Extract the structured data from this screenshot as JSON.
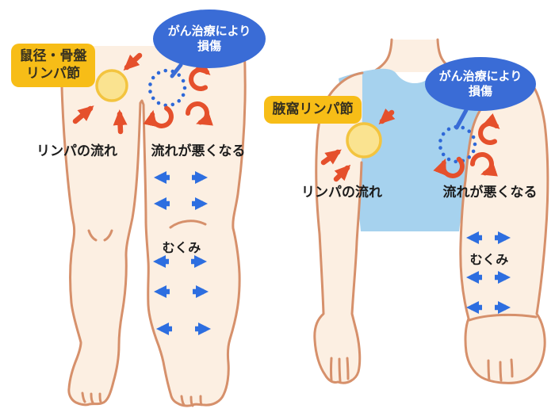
{
  "colors": {
    "label_bg": "#F7BD17",
    "label_text": "#363020",
    "callout_bg": "#3A6CD6",
    "callout_text": "#FFFFFF",
    "skin": "#FCEFE2",
    "outline": "#D6906B",
    "shirt": "#A6D2EE",
    "node_fill": "#FAE390",
    "node_stroke": "#F3C43F",
    "dotted": "#2E68D8",
    "red_arrow": "#E5502C",
    "blue_arrow": "#2D6EE0",
    "body_text": "#1C1C1C"
  },
  "icons": {
    "lymph_node": "yellow-circle",
    "damaged_node": "blue-dotted-circle",
    "lymph_flow": "red-straight-arrow",
    "blocked_flow": "red-curl-arrow",
    "swelling": "blue-outward-arrow"
  },
  "left_figure": {
    "node_label_line1": "鼠径・骨盤",
    "node_label_line2": "リンパ節",
    "callout_line1": "がん治療により",
    "callout_line2": "損傷",
    "flow_label": "リンパの流れ",
    "blocked_label": "流れが悪くなる",
    "swelling_label": "むくみ"
  },
  "right_figure": {
    "node_label": "腋窩リンパ節",
    "callout_line1": "がん治療により",
    "callout_line2": "損傷",
    "flow_label": "リンパの流れ",
    "blocked_label": "流れが悪くなる",
    "swelling_label": "むくみ"
  }
}
